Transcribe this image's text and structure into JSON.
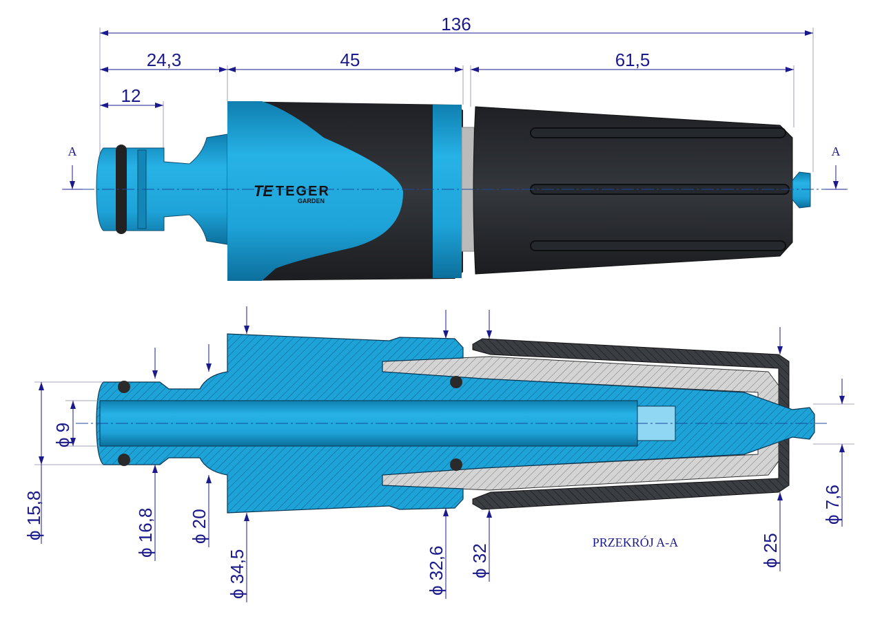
{
  "dimensions": {
    "overall_length": "136",
    "connector_length": "24,3",
    "body_length": "45",
    "nozzle_length": "61,5",
    "quick_connect_length": "12"
  },
  "diameters": {
    "d_15_8": "ϕ 15,8",
    "d_9": "ϕ 9",
    "d_16_8": "ϕ 16,8",
    "d_20": "ϕ 20",
    "d_34_5": "ϕ 34,5",
    "d_32_6": "ϕ 32,6",
    "d_32": "ϕ 32",
    "d_25": "ϕ 25",
    "d_7_6": "ϕ 7,6"
  },
  "section": {
    "marker_left": "A",
    "marker_right": "A",
    "title": "PRZEKRÓJ A-A"
  },
  "logo": {
    "brand": "TEGER",
    "sub": "GARDEN"
  },
  "colors": {
    "blue": "#1ea3d8",
    "dark": "#2b2e33",
    "dim": "#1a1a8c",
    "gray": "#c9c9c9"
  }
}
